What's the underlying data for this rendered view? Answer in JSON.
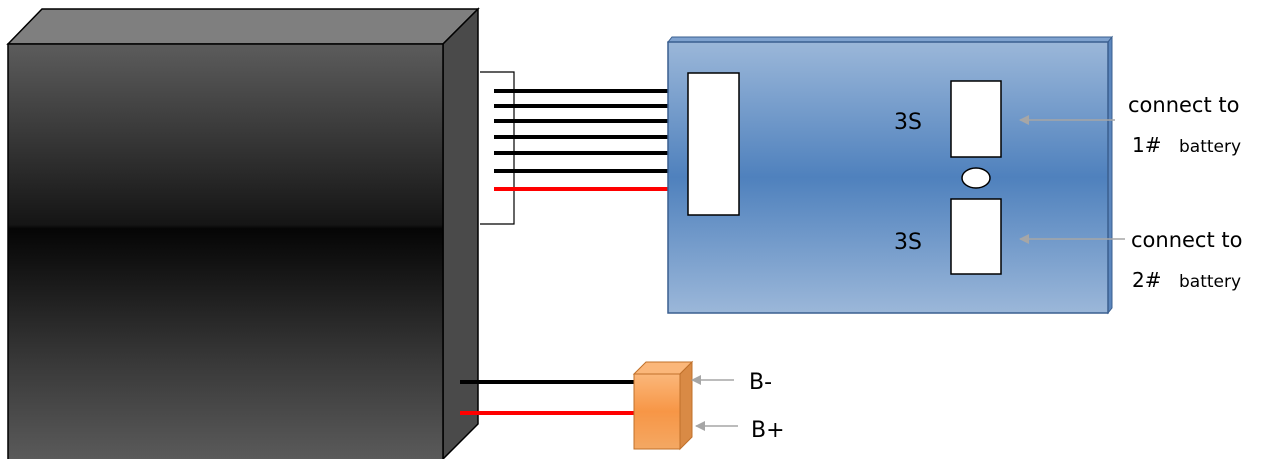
{
  "labels": {
    "board_slot_top": "3S",
    "board_slot_bottom": "3S",
    "conn1_line1": "connect to",
    "conn1_line2_prefix": "1#",
    "conn1_line2_suffix": "battery",
    "conn2_line1": "connect to",
    "conn2_line2_prefix": "2#",
    "conn2_line2_suffix": "battery",
    "b_minus": "B-",
    "b_plus": "B+"
  },
  "colors": {
    "battery_dark": "#0d0d0d",
    "battery_light": "#5f5f5f",
    "battery_top": "#7f7f7f",
    "battery_side": "#4a4a4a",
    "board_blue_mid": "#4f81bd",
    "board_blue_light": "#95b3d7",
    "board_edge": "#3a5f8f",
    "wire_black": "#000000",
    "wire_red": "#ff0000",
    "arrow_gray": "#a6a6a6",
    "connector_orange": "#f79646",
    "connector_dark": "#c0702a"
  },
  "icons": {
    "battery": "battery-pack-3d",
    "board": "bms-board",
    "connector": "output-connector-orange"
  }
}
